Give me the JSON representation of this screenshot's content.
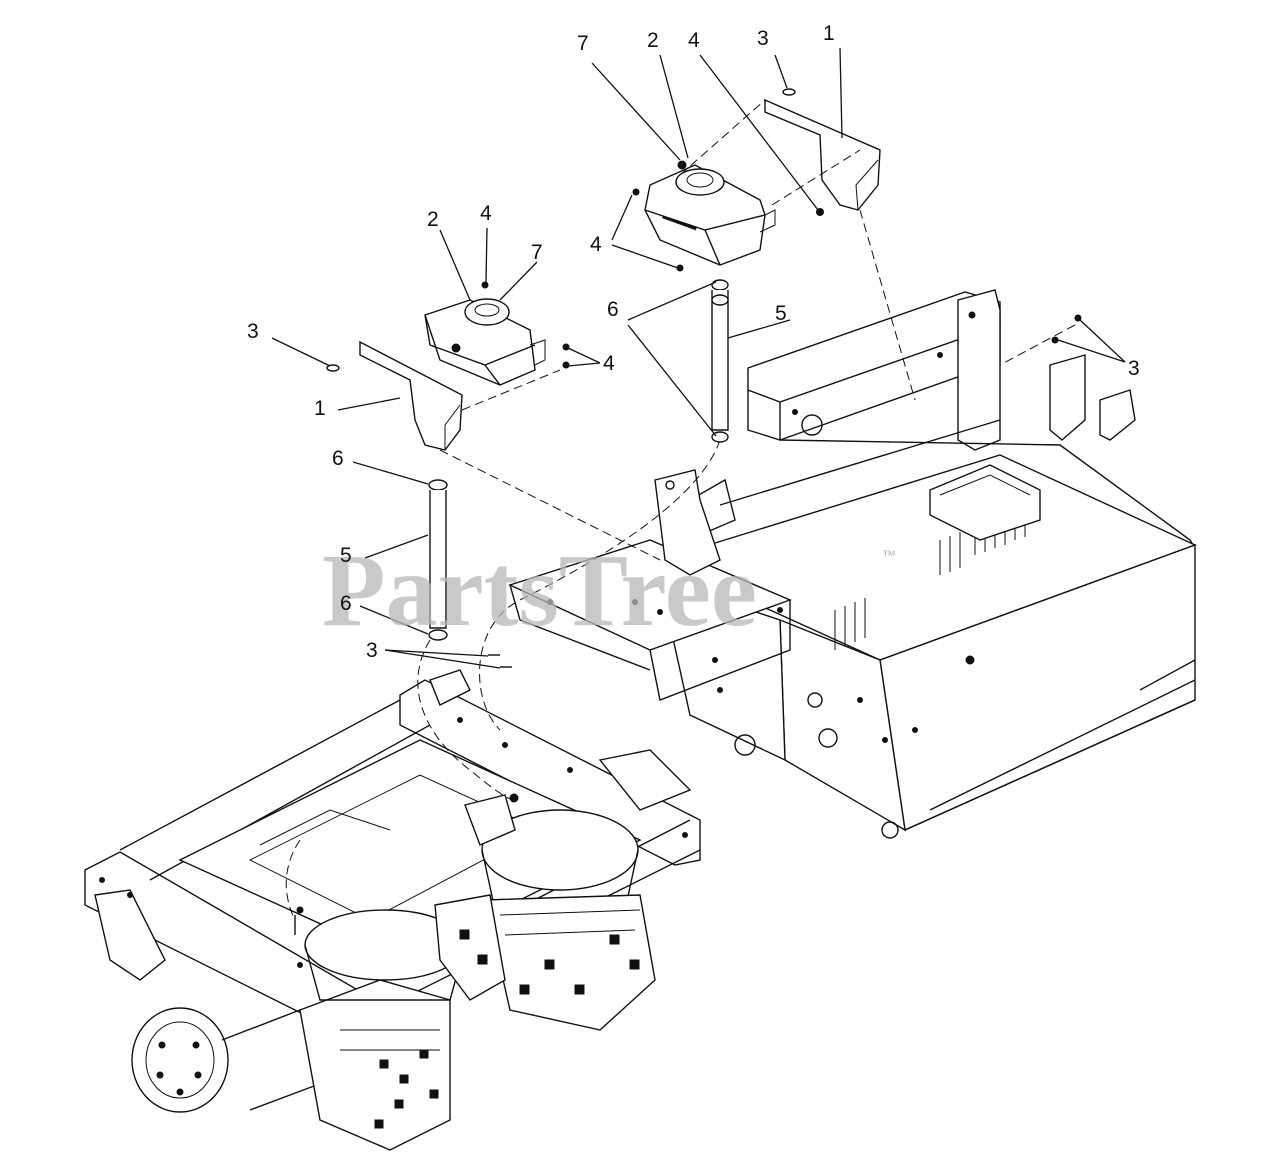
{
  "watermark": {
    "text": "PartsTree",
    "tm": "™"
  },
  "callouts": {
    "left_1": "1",
    "left_2": "2",
    "left_3a": "3",
    "left_4a": "4",
    "left_4b": "4",
    "left_5": "5",
    "left_6a": "6",
    "left_6b": "6",
    "left_7": "7",
    "left_3b": "3",
    "right_1": "1",
    "right_2": "2",
    "right_3a": "3",
    "right_4a": "4",
    "right_4b": "4",
    "right_5": "5",
    "right_6": "6",
    "right_7": "7",
    "right_3b": "3"
  },
  "icons": [
    "hydraulic-reservoir-left",
    "hydraulic-reservoir-right",
    "mounting-bracket",
    "tube",
    "frame",
    "transaxle"
  ]
}
